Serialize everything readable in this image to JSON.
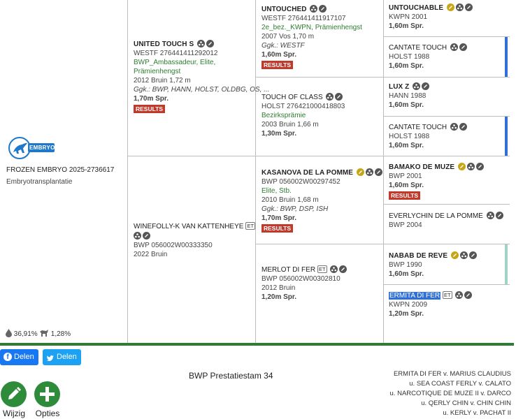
{
  "subject": {
    "logo_text": "EMBRYO",
    "title": "FROZEN EMBRYO 2025-2736617",
    "subtitle": "Embryotransplantatie",
    "blood_pct": "36,91%",
    "horse_pct": "1,28%"
  },
  "gen1": {
    "sire": {
      "name": "UNITED TOUCH S",
      "reg": "WESTF 276441411292012",
      "pred1": "BWP_Ambassadeur, Elite,",
      "pred2": "Prämienhengst",
      "birth": "2012 Bruin 1,72 m",
      "gk": "Ggk.: BWP, HANN, HOLST, OLDBG, OS, ...",
      "spr": "1,70m Spr.",
      "results": "RESULTS"
    },
    "dam": {
      "name": "WINEFOLLY-K VAN KATTENHEYE",
      "et": "ET",
      "reg": "BWP 056002W00333350",
      "birth": "2022 Bruin"
    }
  },
  "gen2": {
    "ss": {
      "name": "UNTOUCHED",
      "reg": "WESTF 276441411917107",
      "pred": "2e_bez._KWPN, Prämienhengst",
      "birth": "2007 Vos 1,70 m",
      "gk": "Ggk.: WESTF",
      "spr": "1,60m Spr.",
      "results": "RESULTS"
    },
    "sd": {
      "name": "TOUCH OF CLASS",
      "reg": "HOLST 276421000418803",
      "pred": "Bezirksprämie",
      "birth": "2003 Bruin 1,66 m",
      "spr": "1,30m Spr."
    },
    "ds": {
      "name": "KASANOVA DE LA POMME",
      "reg": "BWP 056002W00297452",
      "pred": "Elite, Stb.",
      "birth": "2010 Bruin 1,68 m",
      "gk": "Ggk.: BWP, DSP, ISH",
      "spr": "1,70m Spr.",
      "results": "RESULTS"
    },
    "dd": {
      "name": "MERLOT DI FER",
      "et": "ET",
      "reg": "BWP 056002W00302810",
      "birth": "2012 Bruin",
      "spr": "1,20m Spr."
    }
  },
  "gen3": [
    {
      "name": "UNTOUCHABLE",
      "reg": "KWPN 2001",
      "spr": "1,60m Spr."
    },
    {
      "name": "CANTATE TOUCH",
      "reg": "HOLST 1988",
      "spr": "1,60m Spr."
    },
    {
      "name": "LUX Z",
      "reg": "HANN 1988",
      "spr": "1,60m Spr."
    },
    {
      "name": "CANTATE TOUCH",
      "reg": "HOLST 1988",
      "spr": "1,60m Spr."
    },
    {
      "name": "BAMAKO DE MUZE",
      "reg": "BWP 2001",
      "spr": "1,60m Spr.",
      "results": "RESULTS"
    },
    {
      "name": "EVERLYCHIN DE LA POMME",
      "reg": "BWP 2004"
    },
    {
      "name": "NABAB DE REVE",
      "reg": "BWP 1990",
      "spr": "1,60m Spr."
    },
    {
      "name": "ERMITA DI FER",
      "et": "ET",
      "reg": "KWPN 2009",
      "spr": "1,20m Spr."
    }
  ],
  "colors": {
    "accent_green": "#2e7d32",
    "facebook": "#1877f2",
    "twitter": "#1da1f2",
    "results_red": "#c0392b",
    "line_bar_blue": "#2f6fd6",
    "line_bar_mint": "#9fd3c7"
  },
  "share": {
    "facebook_label": "Delen",
    "twitter_label": "Delen"
  },
  "footer": {
    "title": "BWP Prestatiestam 34",
    "edit_label": "Wijzig",
    "options_label": "Opties",
    "lineage": [
      "ERMITA DI FER v. MARIUS CLAUDIUS",
      "u. SEA COAST FERLY v. CALATO",
      "u. NARCOTIQUE DE MUZE II v. DARCO",
      "u. QERLY CHIN v. CHIN CHIN",
      "u. KERLY v. PACHAT II"
    ]
  }
}
